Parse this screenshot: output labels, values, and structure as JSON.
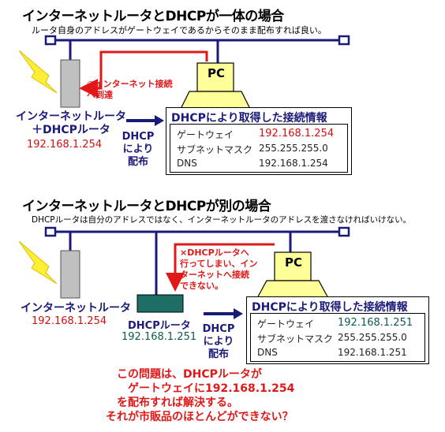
{
  "section1": {
    "title": "インターネットルータとDHCPが一体の場合",
    "subtitle": "ルータ自身のアドレスがゲートウェイであるからそのまま配布すれば良い。",
    "pc_label": "PC",
    "arrow_note": [
      "○インターネット接続",
      "へ到達"
    ],
    "router_label": [
      "インターネットルータ",
      "＋DHCPルータ"
    ],
    "router_ip": "192.168.1.254",
    "distribute_label": [
      "DHCP",
      "により",
      "配布"
    ],
    "info_box": {
      "title": "DHCPにより取得した接続情報",
      "rows": [
        {
          "label": "ゲートウェイ",
          "value": "192.168.1.254"
        },
        {
          "label": "サブネットマスク",
          "value": "255.255.255.0"
        },
        {
          "label": "DNS",
          "value": "192.168.1.254"
        }
      ]
    }
  },
  "section2": {
    "title": "インターネットルータとDHCPが別の場合",
    "subtitle": "DHCPルータは自分のアドレスではなく、インターネットルータのアドレスを渡さなければいけない。",
    "pc_label": "PC",
    "arrow_note": [
      "×DHCPルータへ",
      "行ってしまい、イン",
      "ターネットへ接続",
      "できない。"
    ],
    "router_label": "インターネットルータ",
    "router_ip": "192.168.1.254",
    "dhcp_label": "DHCPルータ",
    "dhcp_ip": "192.168.1.251",
    "distribute_label": [
      "DHCP",
      "により",
      "配布"
    ],
    "info_box": {
      "title": "DHCPにより取得した接続情報",
      "rows": [
        {
          "label": "ゲートウェイ",
          "value": "192.168.1.251"
        },
        {
          "label": "サブネットマスク",
          "value": "255.255.255.0"
        },
        {
          "label": "DNS",
          "value": "192.168.1.251"
        }
      ]
    },
    "bottom_note": [
      "この問題は、DHCPルータが",
      "ゲートウェイに192.168.1.254",
      "を配布すれば解決する。",
      "それが市販品のほとんどができない？"
    ]
  },
  "colors": {
    "line_navy": "#1a1a7a",
    "accent_red": "#e01818",
    "value_red": "#d01010",
    "value_teal": "#0d5a50",
    "router_gray": "#c0c0c0",
    "dhcp_teal": "#1e6e66",
    "pc_yellow": "#ffff99",
    "lightning_yellow": "#ffee33"
  }
}
